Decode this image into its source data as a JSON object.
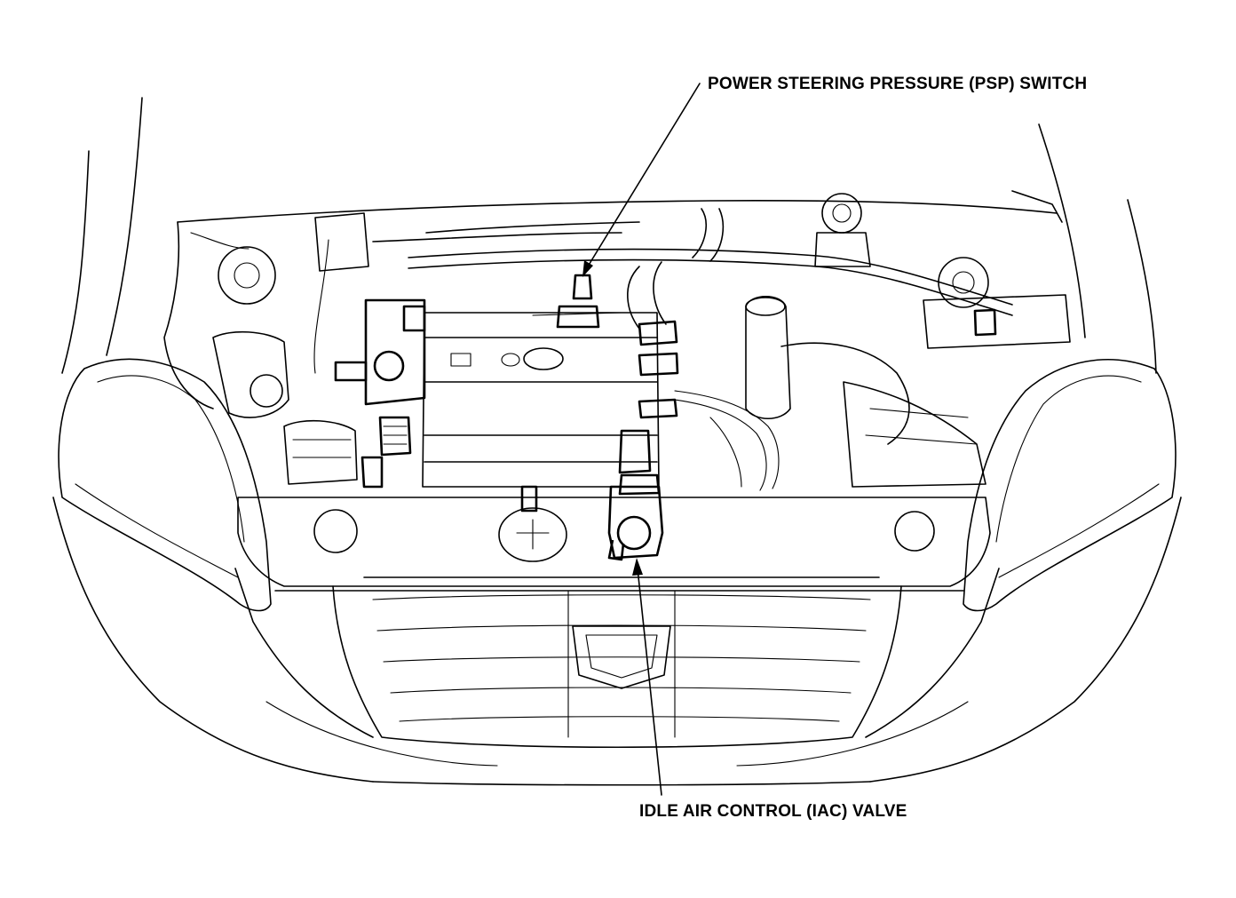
{
  "callouts": {
    "psp": {
      "text": "POWER STEERING PRESSURE (PSP) SWITCH",
      "part": "psp-switch"
    },
    "iac": {
      "text": "IDLE AIR CONTROL (IAC) VALVE",
      "part": "iac-valve"
    }
  },
  "colors": {
    "ink": "#000000",
    "paper": "#ffffff"
  }
}
